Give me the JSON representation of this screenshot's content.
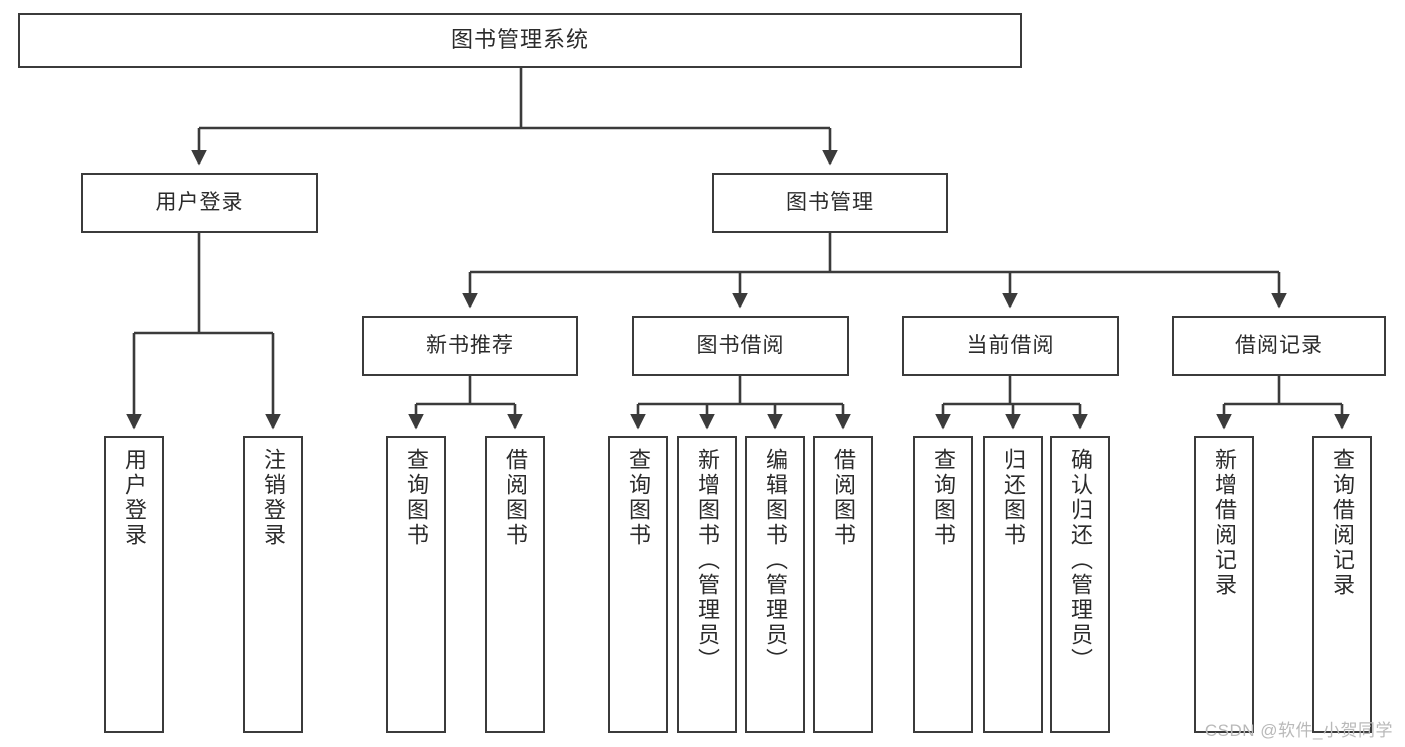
{
  "diagram": {
    "title": "图书管理系统",
    "type": "hierarchy-tree",
    "root": {
      "label": "图书管理系统"
    },
    "level2": [
      {
        "label": "用户登录"
      },
      {
        "label": "图书管理"
      }
    ],
    "level3": [
      {
        "label": "新书推荐"
      },
      {
        "label": "图书借阅"
      },
      {
        "label": "当前借阅"
      },
      {
        "label": "借阅记录"
      }
    ],
    "leaves": {
      "user_login": [
        {
          "label": "用户登录"
        },
        {
          "label": "注销登录"
        }
      ],
      "new_book": [
        {
          "label": "查询图书"
        },
        {
          "label": "借阅图书"
        }
      ],
      "book_borrow": [
        {
          "label": "查询图书"
        },
        {
          "label": "新增图书（管理员）"
        },
        {
          "label": "编辑图书（管理员）"
        },
        {
          "label": "借阅图书"
        }
      ],
      "current_borrow": [
        {
          "label": "查询图书"
        },
        {
          "label": "归还图书"
        },
        {
          "label": "确认归还（管理员）"
        }
      ],
      "borrow_record": [
        {
          "label": "新增借阅记录"
        },
        {
          "label": "查询借阅记录"
        }
      ]
    }
  },
  "watermark": {
    "text": "CSDN @软件_小贺同学"
  },
  "colors": {
    "stroke": "#3b3b3b",
    "fill": "#ffffff",
    "text": "#2b2b2b",
    "watermark": "#b9b9b9"
  }
}
